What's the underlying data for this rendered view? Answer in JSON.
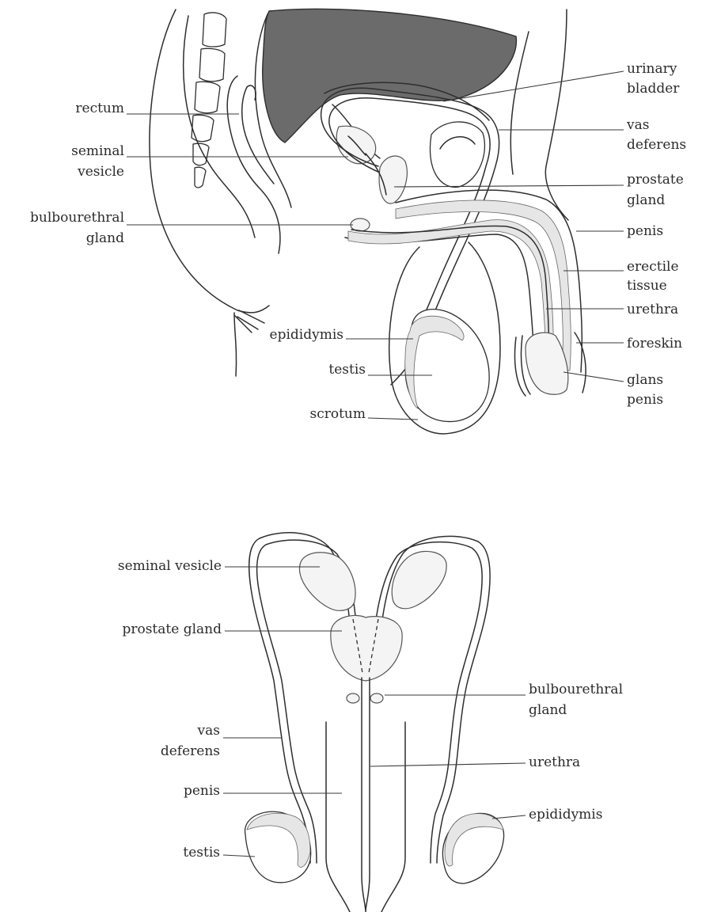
{
  "side_view": {
    "labels": {
      "rectum": "rectum",
      "seminal_vesicle": [
        "seminal",
        "vesicle"
      ],
      "bulbourethral_gland": [
        "bulbourethral",
        "gland"
      ],
      "epididymis": "epididymis",
      "testis": "testis",
      "scrotum": "scrotum",
      "urinary_bladder": [
        "urinary",
        "bladder"
      ],
      "vas_deferens": [
        "vas",
        "deferens"
      ],
      "prostate_gland": [
        "prostate",
        "gland"
      ],
      "penis": "penis",
      "erectile_tissue": [
        "erectile",
        "tissue"
      ],
      "urethra": "urethra",
      "foreskin": "foreskin",
      "glans_penis": [
        "glans",
        "penis"
      ]
    }
  },
  "front_view": {
    "labels": {
      "seminal_vesicle": "seminal vesicle",
      "prostate_gland": "prostate gland",
      "vas_deferens": [
        "vas",
        "deferens"
      ],
      "penis": "penis",
      "testis": "testis",
      "bulbourethral_gland": [
        "bulbourethral",
        "gland"
      ],
      "urethra": "urethra",
      "epididymis": "epididymis"
    }
  },
  "colors": {
    "background": "#ffffff",
    "line": "#2e2e2e",
    "bladder_fill": "#6b6b6b"
  }
}
